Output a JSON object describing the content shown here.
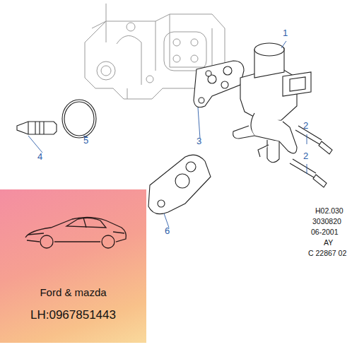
{
  "diagram": {
    "nodes": [
      {
        "text": [
          "Ford & mazda",
          "LH:0967851443"
        ]
      }
    ],
    "labels": [
      "1",
      "2",
      "2",
      "3",
      "4",
      "5",
      "6",
      "H02.030",
      "3030820",
      "06-2001",
      "AY",
      "C 22867 02"
    ]
  }
}
